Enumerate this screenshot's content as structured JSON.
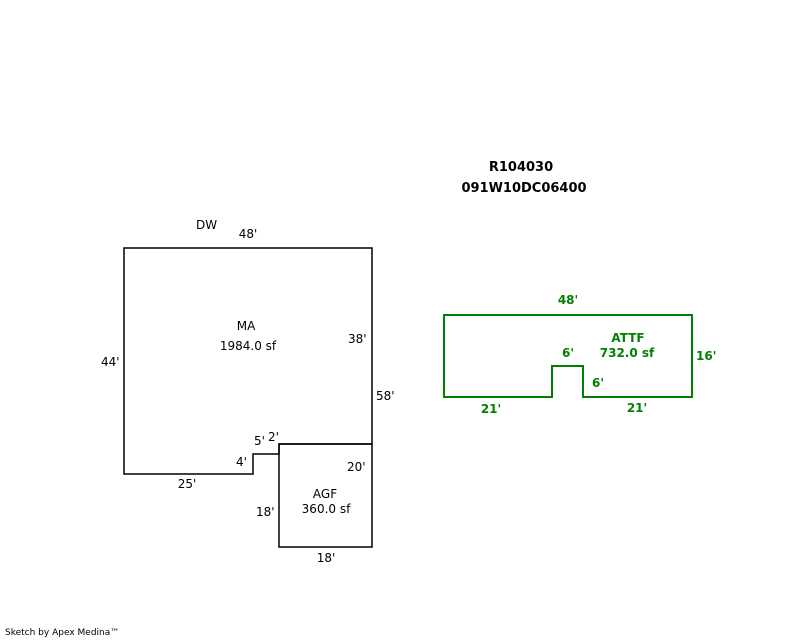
{
  "header": {
    "parcel_id": "R104030",
    "map_number": "091W10DC06400"
  },
  "colors": {
    "primary_outline": "#000000",
    "attf_outline": "#008000"
  },
  "areas": {
    "ma": {
      "name": "MA",
      "area": "1984.0 sf",
      "dims": {
        "top": "48'",
        "left": "44'",
        "right_upper": "38'",
        "right_total": "58'",
        "bottom": "25'",
        "notch_4": "4'",
        "notch_5": "5'",
        "notch_2": "2'"
      }
    },
    "agf": {
      "name": "AGF",
      "area": "360.0 sf",
      "dims": {
        "right": "20'",
        "left": "18'",
        "bottom": "18'"
      }
    },
    "attf": {
      "name": "ATTF",
      "area": "732.0 sf",
      "dims": {
        "top": "48'",
        "right": "16'",
        "bottom_left": "21'",
        "bottom_right": "21'",
        "notch_width": "6'",
        "notch_depth": "6'"
      }
    },
    "dw": {
      "name": "DW"
    }
  },
  "footer": {
    "credit": "Sketch by Apex Medina™"
  }
}
